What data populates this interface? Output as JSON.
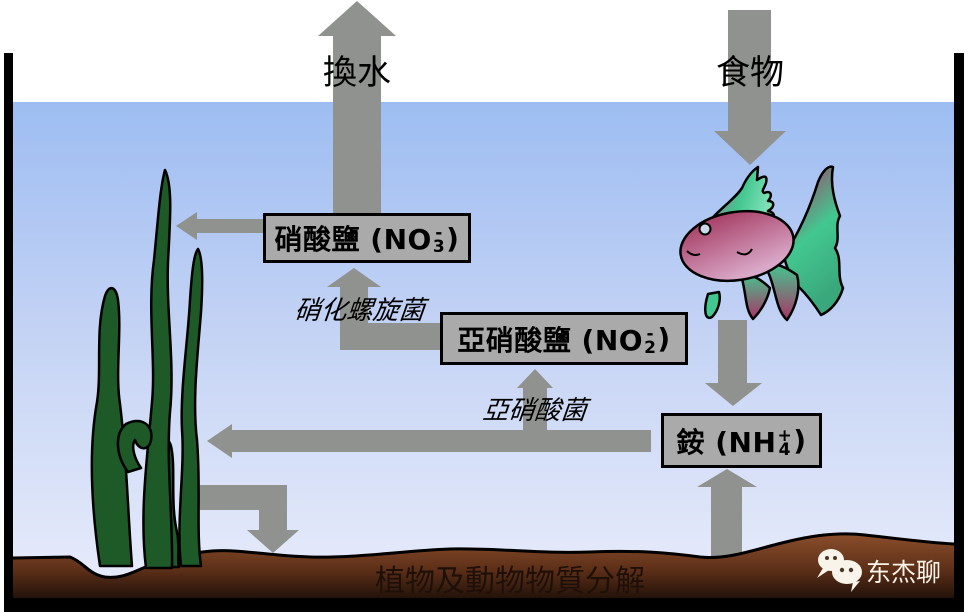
{
  "labels": {
    "water_change": "換水",
    "food": "食物",
    "nitrifying_spirillum": "硝化螺旋菌",
    "nitrite_bacteria": "亞硝酸菌",
    "decomposition_caption": "植物及動物物質分解",
    "watermark": "东杰聊"
  },
  "boxes": {
    "nitrate": {
      "pre": "硝酸鹽 (NO",
      "sup": "-",
      "sub": "3",
      "post": ")"
    },
    "nitrite": {
      "pre": "亞硝酸鹽 (NO",
      "sup": "-",
      "sub": "2",
      "post": ")"
    },
    "ammonium": {
      "pre": "銨  (NH",
      "sup": "+",
      "sub": "4",
      "post": ")"
    }
  },
  "colors": {
    "water_top": "#9dbdf2",
    "water_bottom": "#e9edfb",
    "arrow_gray": "#8f928e",
    "box_fill": "#aaaaaa",
    "box_border": "#000000",
    "tank_frame": "#000000",
    "plant_green": "#1d5a28",
    "substrate_top": "#8a4e2c",
    "substrate_bottom": "#24120a",
    "fish_body_dark": "#a03058",
    "fish_body_light": "#d9a8c8",
    "fish_fin_teal": "#43c790",
    "fish_fin_magenta": "#a93366"
  }
}
